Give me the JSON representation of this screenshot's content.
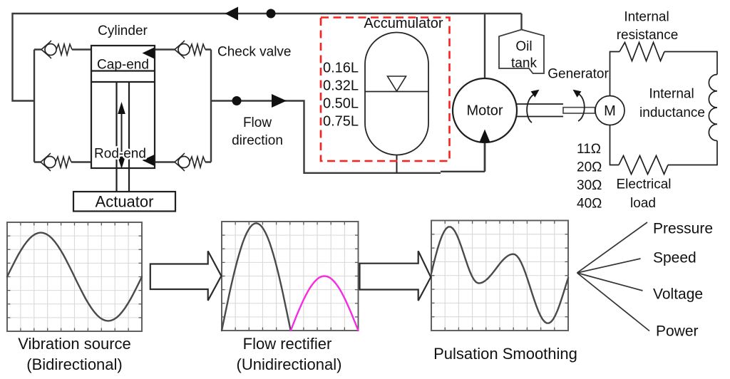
{
  "figure": {
    "description": "Schematic of a hydraulic vibration energy harvesting system with check-valve flow rectifier, accumulator and generator"
  },
  "colors": {
    "line_dark": "#262626",
    "pipe": "#3a3a3a",
    "accumulator_dashed_box": "#ff1f1f",
    "wave_primary": "#4a4a4a",
    "wave_magenta": "#f62ce2",
    "plot_grid": "#d9d9d9",
    "plot_border": "#595959",
    "text": "#111111"
  },
  "hydraulics": {
    "cylinder_label": "Cylinder",
    "cap_end_label": "Cap-end",
    "rod_end_label": "Rod-end",
    "actuator_label": "Actuator",
    "check_valve_label": "Check valve",
    "flow_direction_lines": [
      "Flow",
      "direction"
    ],
    "accumulator": {
      "label": "Accumulator",
      "volumes": [
        "0.16L",
        "0.32L",
        "0.50L",
        "0.75L"
      ]
    },
    "oil_tank_lines": [
      "Oil",
      "tank"
    ],
    "motor_label": "Motor"
  },
  "electrical": {
    "generator_label": "Generator",
    "machine_symbol": "M",
    "internal_resistance_lines": [
      "Internal",
      "resistance"
    ],
    "internal_inductance_lines": [
      "Internal",
      "inductance"
    ],
    "electrical_load_lines": [
      "Electrical",
      "load"
    ],
    "load_resistances": [
      "11Ω",
      "20Ω",
      "30Ω",
      "40Ω"
    ]
  },
  "outputs": [
    "Pressure",
    "Speed",
    "Voltage",
    "Power"
  ],
  "chart_data": [
    {
      "id": "vibration-source",
      "type": "line",
      "title": "Vibration source",
      "subtitle": "(Bidirectional)",
      "description": "One full sinusoidal cycle of bidirectional flow from the vibration source",
      "grid": true,
      "x_range": [
        0,
        1
      ],
      "y_range": [
        0,
        1
      ],
      "y_down": true,
      "series": [
        {
          "name": "bidirectional flow",
          "color": "#4a4a4a",
          "points": [
            [
              0.0,
              0.5
            ],
            [
              0.0208,
              0.4471
            ],
            [
              0.0417,
              0.3952
            ],
            [
              0.0625,
              0.345
            ],
            [
              0.0833,
              0.2975
            ],
            [
              0.1042,
              0.2535
            ],
            [
              0.125,
              0.2136
            ],
            [
              0.1458,
              0.1787
            ],
            [
              0.1667,
              0.1493
            ],
            [
              0.1875,
              0.1258
            ],
            [
              0.2083,
              0.1088
            ],
            [
              0.2292,
              0.0985
            ],
            [
              0.25,
              0.095
            ],
            [
              0.2708,
              0.0985
            ],
            [
              0.2917,
              0.1088
            ],
            [
              0.3125,
              0.1258
            ],
            [
              0.3333,
              0.1493
            ],
            [
              0.3542,
              0.1787
            ],
            [
              0.375,
              0.2136
            ],
            [
              0.3958,
              0.2535
            ],
            [
              0.4167,
              0.2975
            ],
            [
              0.4375,
              0.345
            ],
            [
              0.4583,
              0.3952
            ],
            [
              0.4792,
              0.4471
            ],
            [
              0.5,
              0.5
            ],
            [
              0.5208,
              0.5529
            ],
            [
              0.5417,
              0.6048
            ],
            [
              0.5625,
              0.655
            ],
            [
              0.5833,
              0.7025
            ],
            [
              0.6042,
              0.7465
            ],
            [
              0.625,
              0.7864
            ],
            [
              0.6458,
              0.8213
            ],
            [
              0.6667,
              0.8507
            ],
            [
              0.6875,
              0.8742
            ],
            [
              0.7083,
              0.8912
            ],
            [
              0.7292,
              0.9015
            ],
            [
              0.75,
              0.905
            ],
            [
              0.7708,
              0.9015
            ],
            [
              0.7917,
              0.8912
            ],
            [
              0.8125,
              0.8742
            ],
            [
              0.8333,
              0.8507
            ],
            [
              0.8542,
              0.8213
            ],
            [
              0.875,
              0.7864
            ],
            [
              0.8958,
              0.7465
            ],
            [
              0.9167,
              0.7025
            ],
            [
              0.9375,
              0.655
            ],
            [
              0.9583,
              0.6048
            ],
            [
              0.9792,
              0.5529
            ],
            [
              1.0,
              0.5
            ]
          ]
        }
      ]
    },
    {
      "id": "flow-rectifier",
      "type": "line",
      "title": "Flow rectifier",
      "subtitle": "(Unidirectional)",
      "description": "Rectified unidirectional flow: large first half-wave pulse and smaller second half-wave pulse",
      "grid": true,
      "x_range": [
        0,
        1
      ],
      "y_range": [
        0,
        1
      ],
      "y_down": true,
      "series": [
        {
          "name": "rectified pulse 1",
          "color": "#4a4a4a",
          "points": [
            [
              0.0,
              1.0
            ],
            [
              0.014,
              0.9142
            ],
            [
              0.0281,
              0.829
            ],
            [
              0.0421,
              0.7451
            ],
            [
              0.0561,
              0.6631
            ],
            [
              0.0701,
              0.5837
            ],
            [
              0.0842,
              0.5075
            ],
            [
              0.0982,
              0.435
            ],
            [
              0.1122,
              0.3669
            ],
            [
              0.1263,
              0.3035
            ],
            [
              0.1403,
              0.2454
            ],
            [
              0.1543,
              0.1931
            ],
            [
              0.1683,
              0.147
            ],
            [
              0.1824,
              0.1073
            ],
            [
              0.1964,
              0.0744
            ],
            [
              0.2104,
              0.0486
            ],
            [
              0.2244,
              0.03
            ],
            [
              0.2385,
              0.0187
            ],
            [
              0.2525,
              0.015
            ],
            [
              0.2665,
              0.0187
            ],
            [
              0.2806,
              0.03
            ],
            [
              0.2946,
              0.0486
            ],
            [
              0.3086,
              0.0744
            ],
            [
              0.3226,
              0.1073
            ],
            [
              0.3367,
              0.147
            ],
            [
              0.3507,
              0.1931
            ],
            [
              0.3647,
              0.2454
            ],
            [
              0.3787,
              0.3035
            ],
            [
              0.3928,
              0.3669
            ],
            [
              0.4068,
              0.435
            ],
            [
              0.4208,
              0.5075
            ],
            [
              0.4349,
              0.5837
            ],
            [
              0.4489,
              0.6631
            ],
            [
              0.4629,
              0.7451
            ],
            [
              0.4769,
              0.829
            ],
            [
              0.491,
              0.9142
            ],
            [
              0.505,
              1.0
            ]
          ]
        },
        {
          "name": "rectified pulse 2",
          "color": "#f62ce2",
          "points": [
            [
              0.505,
              1.0
            ],
            [
              0.5188,
              0.9564
            ],
            [
              0.5325,
              0.9132
            ],
            [
              0.5463,
              0.8706
            ],
            [
              0.56,
              0.829
            ],
            [
              0.5737,
              0.7887
            ],
            [
              0.5875,
              0.75
            ],
            [
              0.6013,
              0.7132
            ],
            [
              0.615,
              0.6786
            ],
            [
              0.6288,
              0.6464
            ],
            [
              0.6425,
              0.617
            ],
            [
              0.6562,
              0.5904
            ],
            [
              0.67,
              0.567
            ],
            [
              0.6837,
              0.5468
            ],
            [
              0.6975,
              0.5302
            ],
            [
              0.7112,
              0.517
            ],
            [
              0.725,
              0.5076
            ],
            [
              0.7388,
              0.5019
            ],
            [
              0.7525,
              0.5
            ],
            [
              0.7662,
              0.5019
            ],
            [
              0.78,
              0.5076
            ],
            [
              0.7937,
              0.517
            ],
            [
              0.8075,
              0.5302
            ],
            [
              0.8213,
              0.5468
            ],
            [
              0.835,
              0.567
            ],
            [
              0.8488,
              0.5904
            ],
            [
              0.8625,
              0.617
            ],
            [
              0.8762,
              0.6464
            ],
            [
              0.89,
              0.6786
            ],
            [
              0.9038,
              0.7132
            ],
            [
              0.9175,
              0.75
            ],
            [
              0.9313,
              0.7887
            ],
            [
              0.945,
              0.829
            ],
            [
              0.9587,
              0.8706
            ],
            [
              0.9725,
              0.9132
            ],
            [
              0.9862,
              0.9564
            ],
            [
              1.0,
              1.0
            ]
          ]
        }
      ]
    },
    {
      "id": "pulsation-smoothing",
      "type": "line",
      "title": "Pulsation Smoothing",
      "subtitle": "",
      "description": "Smoothed decaying oscillation after the accumulator",
      "grid": true,
      "x_range": [
        0,
        1
      ],
      "y_range": [
        0,
        1
      ],
      "y_down": true,
      "series": [
        {
          "name": "smoothed output",
          "color": "#4a4a4a",
          "points": [
            [
              0.0,
              0.4813
            ],
            [
              0.0156,
              0.4003
            ],
            [
              0.0312,
              0.3236
            ],
            [
              0.0469,
              0.2533
            ],
            [
              0.0625,
              0.1914
            ],
            [
              0.0781,
              0.1396
            ],
            [
              0.0938,
              0.0994
            ],
            [
              0.1094,
              0.0719
            ],
            [
              0.125,
              0.0578
            ],
            [
              0.1406,
              0.0576
            ],
            [
              0.1562,
              0.071
            ],
            [
              0.1719,
              0.0971
            ],
            [
              0.1875,
              0.1347
            ],
            [
              0.2031,
              0.1816
            ],
            [
              0.2188,
              0.2356
            ],
            [
              0.2344,
              0.2936
            ],
            [
              0.25,
              0.3526
            ],
            [
              0.2656,
              0.4096
            ],
            [
              0.2812,
              0.4614
            ],
            [
              0.2969,
              0.5054
            ],
            [
              0.3125,
              0.5393
            ],
            [
              0.3281,
              0.5611
            ],
            [
              0.3438,
              0.5699
            ],
            [
              0.3594,
              0.5682
            ],
            [
              0.375,
              0.5615
            ],
            [
              0.3906,
              0.5502
            ],
            [
              0.4062,
              0.5346
            ],
            [
              0.4219,
              0.5154
            ],
            [
              0.4375,
              0.4933
            ],
            [
              0.4531,
              0.4691
            ],
            [
              0.4688,
              0.4437
            ],
            [
              0.4844,
              0.418
            ],
            [
              0.5,
              0.3931
            ],
            [
              0.5156,
              0.3699
            ],
            [
              0.5312,
              0.3492
            ],
            [
              0.5469,
              0.3318
            ],
            [
              0.5625,
              0.3184
            ],
            [
              0.5781,
              0.3094
            ],
            [
              0.5938,
              0.3053
            ],
            [
              0.6094,
              0.3076
            ],
            [
              0.625,
              0.3212
            ],
            [
              0.6406,
              0.3461
            ],
            [
              0.6562,
              0.3812
            ],
            [
              0.6719,
              0.4252
            ],
            [
              0.6875,
              0.4765
            ],
            [
              0.7031,
              0.5332
            ],
            [
              0.7188,
              0.5932
            ],
            [
              0.7344,
              0.6541
            ],
            [
              0.75,
              0.7137
            ],
            [
              0.7656,
              0.7698
            ],
            [
              0.7812,
              0.8202
            ],
            [
              0.7969,
              0.8632
            ],
            [
              0.8125,
              0.8969
            ],
            [
              0.8281,
              0.9203
            ],
            [
              0.8438,
              0.9324
            ],
            [
              0.8594,
              0.9326
            ],
            [
              0.875,
              0.9206
            ],
            [
              0.8906,
              0.8968
            ],
            [
              0.9062,
              0.862
            ],
            [
              0.9219,
              0.8177
            ],
            [
              0.9375,
              0.7655
            ],
            [
              0.9531,
              0.7076
            ],
            [
              0.9688,
              0.6461
            ],
            [
              0.9844,
              0.5834
            ],
            [
              1.0,
              0.5221
            ]
          ]
        }
      ]
    }
  ]
}
